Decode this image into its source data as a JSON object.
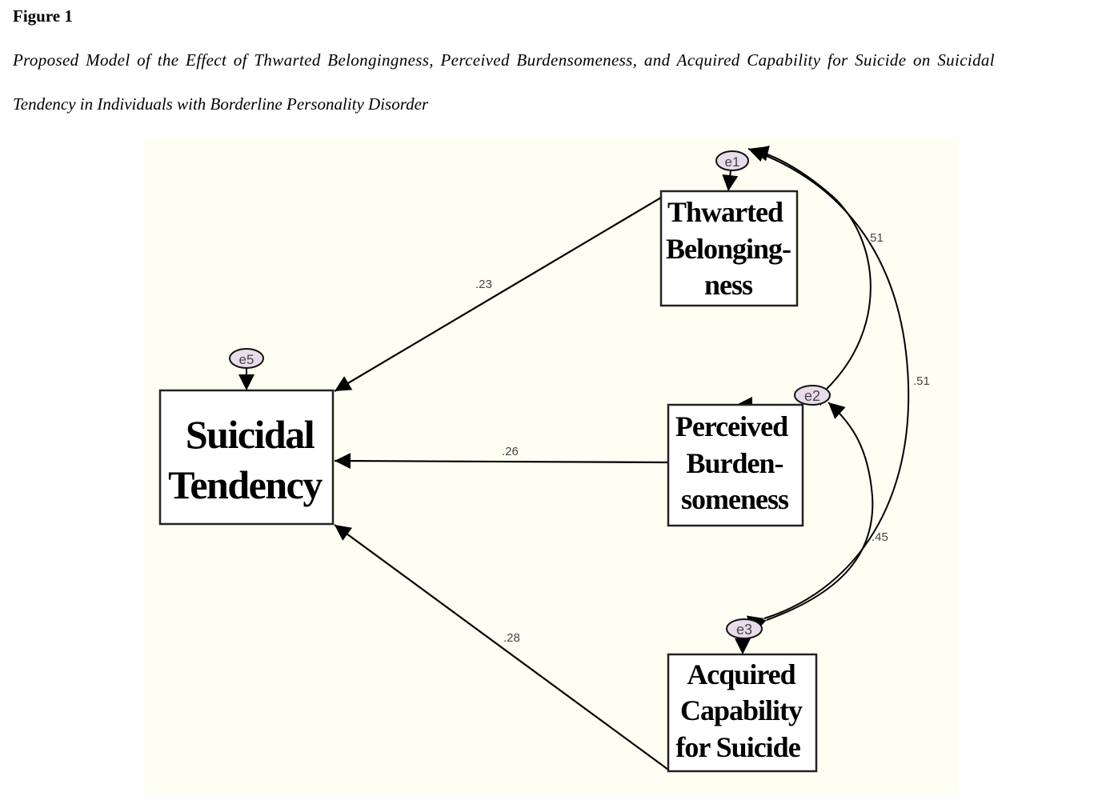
{
  "figure": {
    "label": "Figure 1",
    "caption_line1": "Proposed Model of the Effect of Thwarted Belongingness, Perceived Burdensomeness, and Acquired Capability for Suicide on Suicidal",
    "caption_line2": "Tendency in Individuals with Borderline Personality Disorder"
  },
  "colors": {
    "background": "#fefff2",
    "box_fill": "#ffffff",
    "error_fill": "#e8dcea",
    "stroke": "#000000"
  },
  "nodes": {
    "suicidal_tendency": {
      "lines": [
        "Suicidal",
        "Tendency"
      ]
    },
    "thwarted_belongingness": {
      "lines": [
        "Thwarted",
        "Belonging-",
        "ness"
      ]
    },
    "perceived_burdensomeness": {
      "lines": [
        "Perceived",
        "Burden-",
        "someness"
      ]
    },
    "acquired_capability": {
      "lines": [
        "Acquired",
        "Capability",
        "for Suicide"
      ]
    }
  },
  "errors": {
    "e1": "e1",
    "e2": "e2",
    "e3": "e3",
    "e5": "e5"
  },
  "paths": [
    {
      "from": "Thwarted Belongingness",
      "to": "Suicidal Tendency",
      "coef": ".23"
    },
    {
      "from": "Perceived Burdensomeness",
      "to": "Suicidal Tendency",
      "coef": ".26"
    },
    {
      "from": "Acquired Capability for Suicide",
      "to": "Suicidal Tendency",
      "coef": ".28"
    }
  ],
  "covariances": [
    {
      "between": [
        "e1",
        "e2"
      ],
      "coef": ".51"
    },
    {
      "between": [
        "e1",
        "e3"
      ],
      "coef": ".51"
    },
    {
      "between": [
        "e2",
        "e3"
      ],
      "coef": ".45"
    }
  ]
}
